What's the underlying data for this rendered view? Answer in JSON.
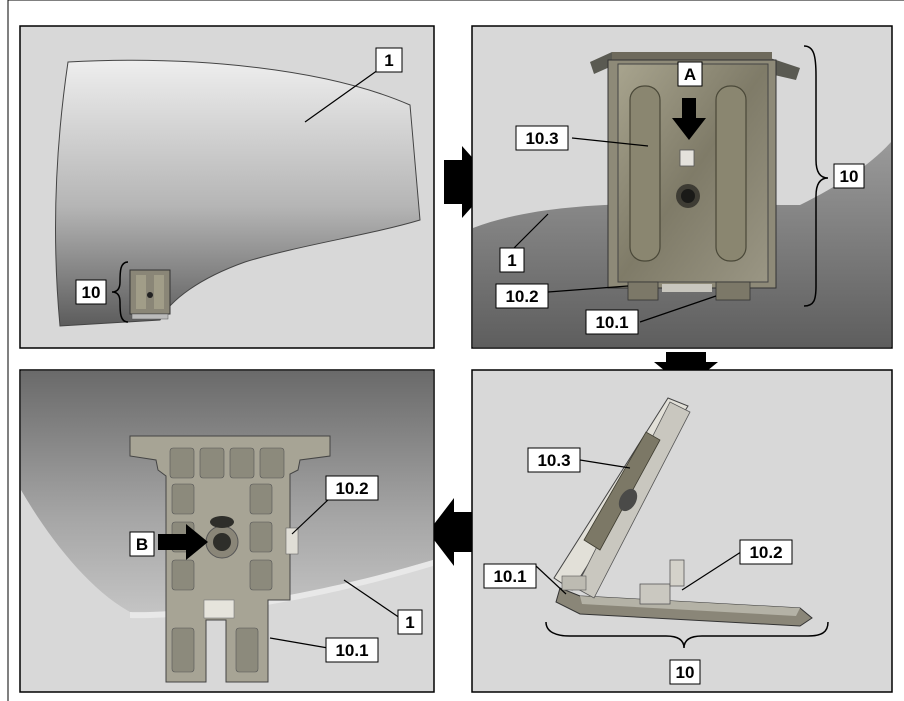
{
  "figure": {
    "panels": [
      {
        "id": "panel-1",
        "callouts": {
          "window": "1",
          "slider": "10"
        }
      },
      {
        "id": "panel-2",
        "callouts": {
          "arrow": "A",
          "cover": "10.3",
          "window": "1",
          "assembly": "10",
          "base": "10.2",
          "clip": "10.1"
        }
      },
      {
        "id": "panel-3",
        "callouts": {
          "cover": "10.3",
          "base": "10.2",
          "clip": "10.1",
          "assembly": "10"
        }
      },
      {
        "id": "panel-4",
        "callouts": {
          "base": "10.2",
          "arrow": "B",
          "window": "1",
          "clip": "10.1"
        }
      }
    ]
  },
  "colors": {
    "panel_bg": "#d9d9d9",
    "glass_light": "#e6e6e6",
    "glass_dark": "#5a5a5a",
    "metal": "#8c8c7c",
    "plastic": "#cfcfc8",
    "arrow": "#000000"
  }
}
